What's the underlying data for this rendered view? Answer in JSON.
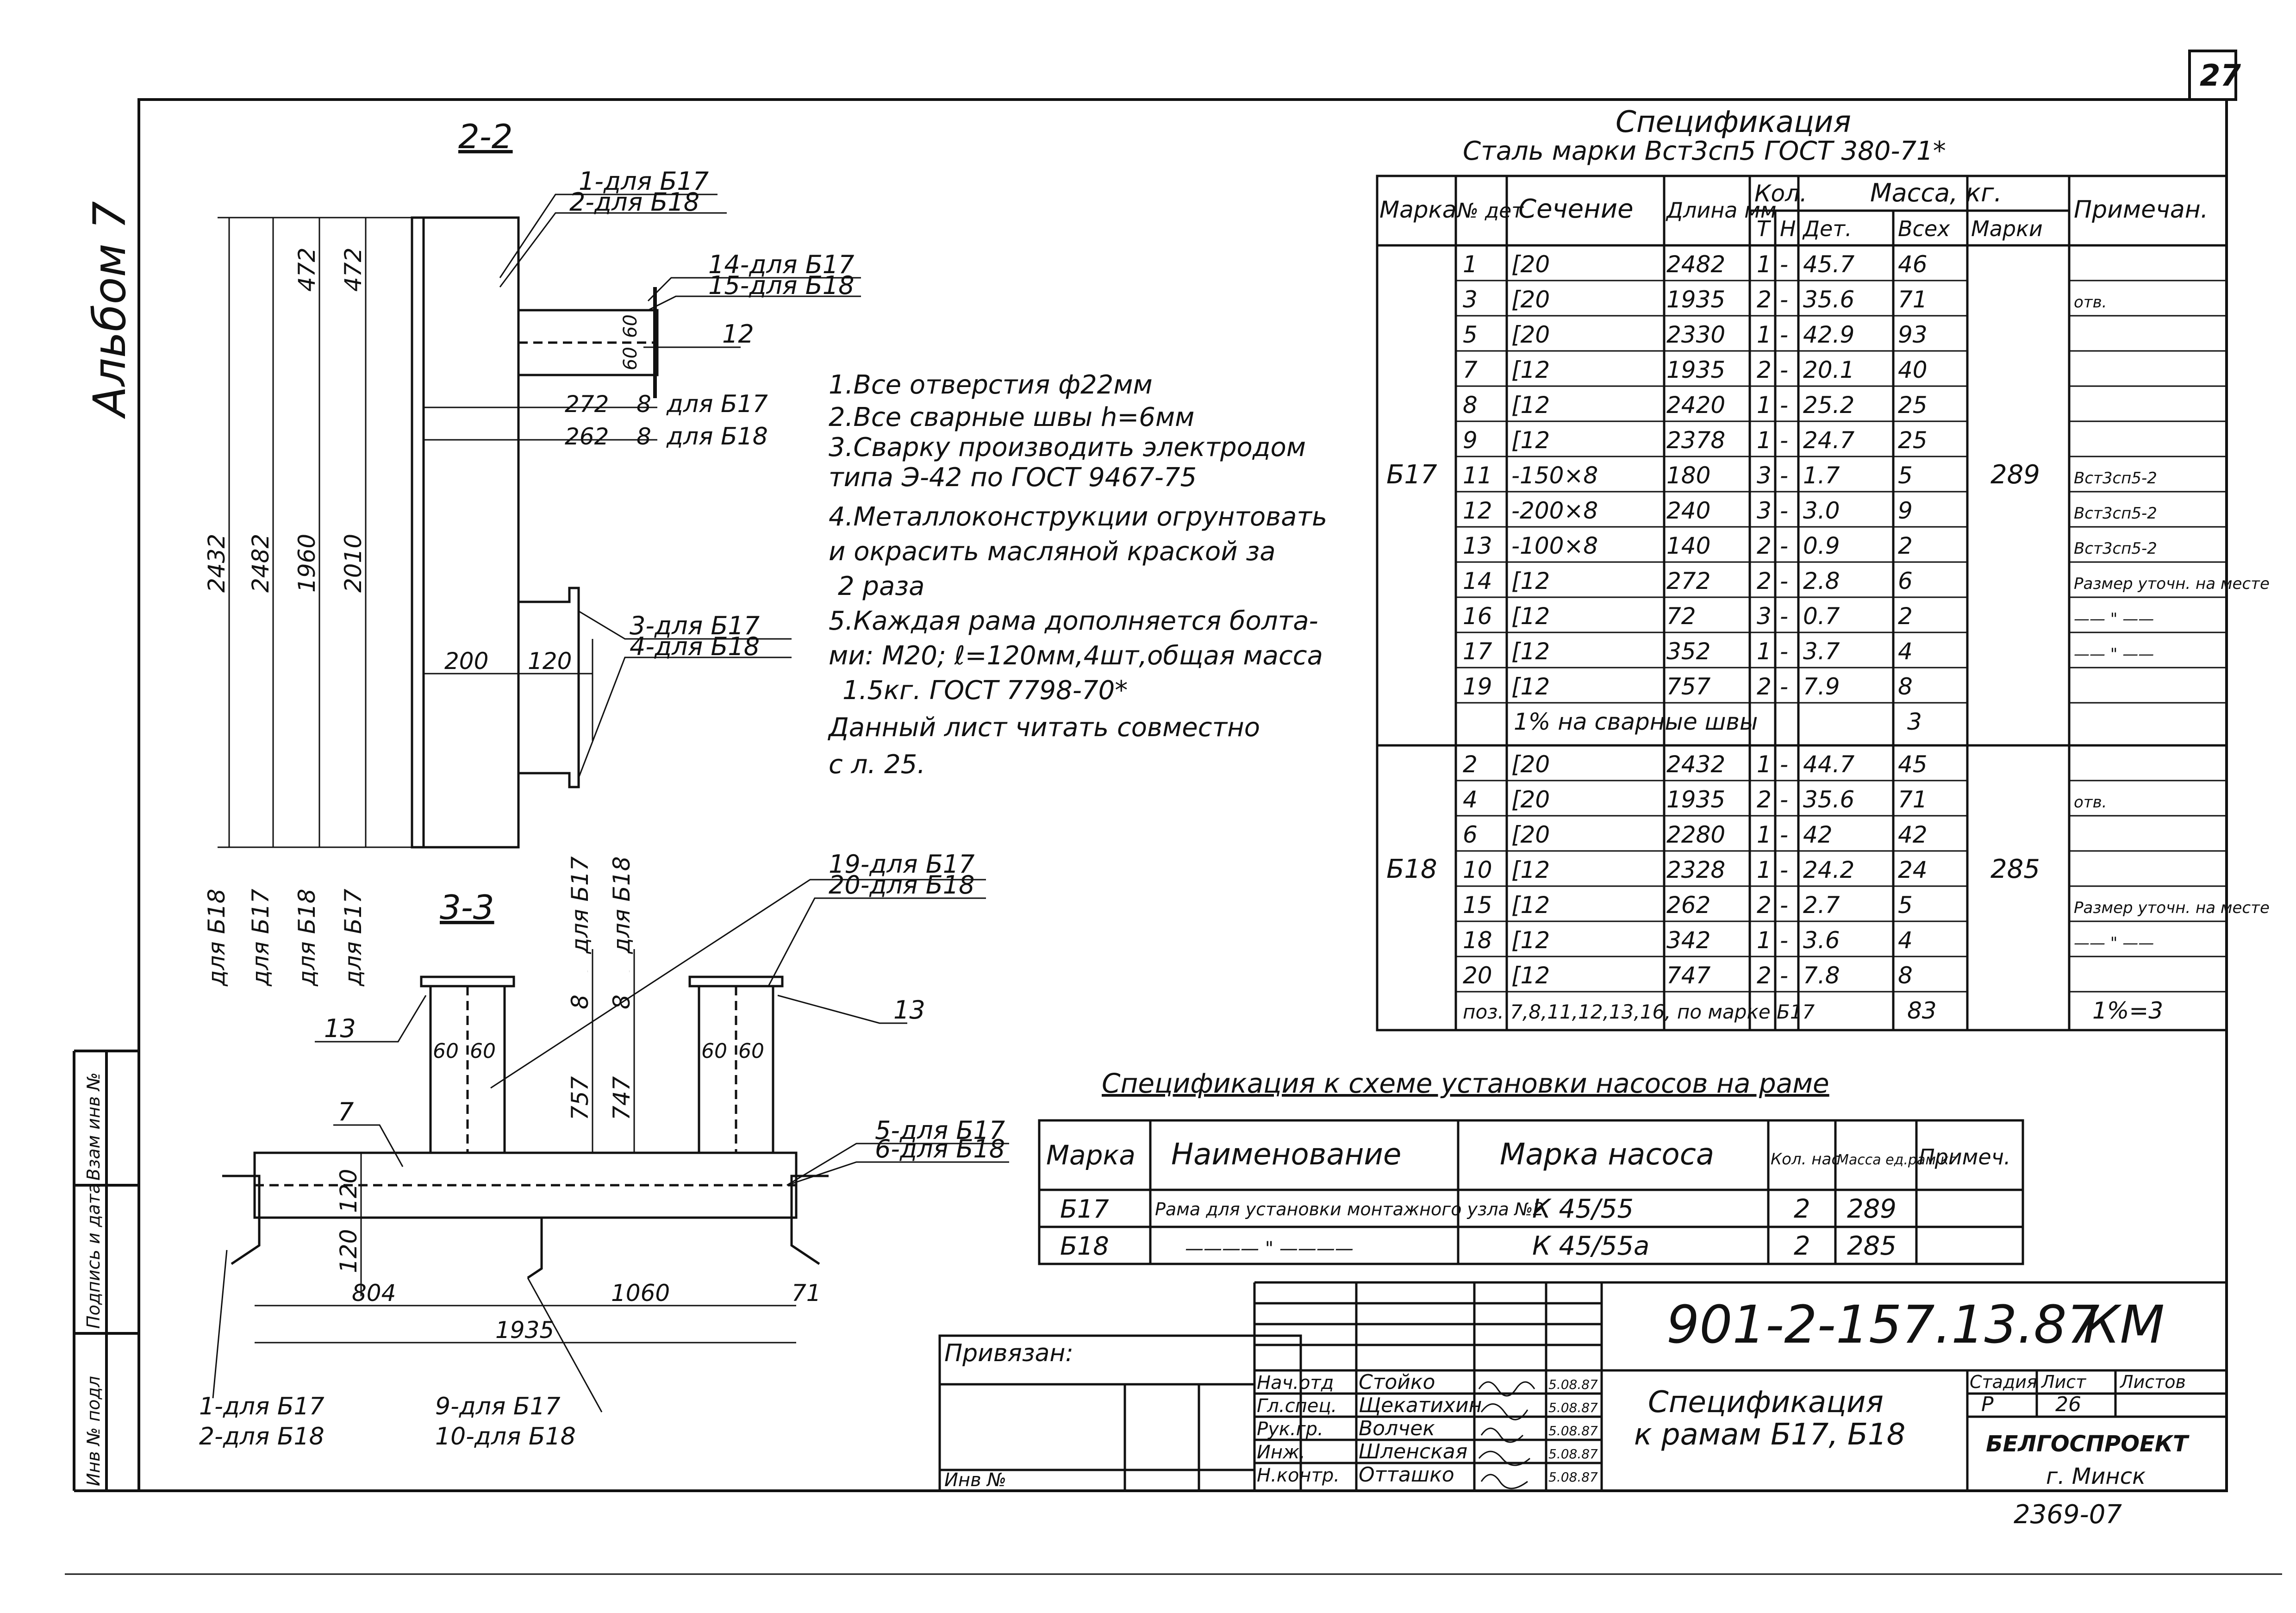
{
  "page_number": "27",
  "album_label": "Альбом 7",
  "section_2_2": {
    "title": "2-2",
    "leaders": [
      "1-для Б17",
      "2-для Б18",
      "14-для Б17",
      "15-для Б18",
      "12",
      "3-для Б17",
      "4-для Б18"
    ],
    "dims_vertical": [
      "2432",
      "2482",
      "1960",
      "2010",
      "472",
      "472"
    ],
    "dims_vertical_bottom": [
      "для Б18",
      "для Б17",
      "для Б18",
      "для Б17"
    ],
    "dims_horizontal": [
      "272",
      "262",
      "200",
      "120",
      "60",
      "60"
    ],
    "dim_8": [
      "8",
      "8"
    ],
    "dim_for": [
      "для Б17",
      "для Б18"
    ]
  },
  "section_3_3": {
    "title": "3-3",
    "leaders": [
      "19-для Б17",
      "20-для Б18",
      "13",
      "13",
      "7",
      "5-для Б17",
      "6-для Б18"
    ],
    "dims_vertical": [
      "757",
      "747",
      "120",
      "120",
      "8",
      "8"
    ],
    "dims_vertical_top": [
      "для Б17",
      "для Б18",
      "для Б17",
      "для Б18"
    ],
    "dims_horizontal": [
      "60",
      "60",
      "60",
      "60",
      "804",
      "1060",
      "71",
      "1935"
    ],
    "bottom_notes": [
      "1-для Б17",
      "2-для Б18",
      "9-для Б17",
      "10-для Б18"
    ]
  },
  "notes": [
    "1.Все отверстия ф22мм",
    "2.Все сварные швы h=6мм",
    "3.Сварку производить электродом",
    "типа Э-42 по ГОСТ 9467-75",
    "4.Металлоконструкции огрунтовать",
    "и окрасить масляной краской за",
    "2 раза",
    "5.Каждая рама дополняется болта-",
    "ми: М20; ℓ=120мм,4шт,общая масса",
    "1.5кг. ГОСТ 7798-70*",
    "Данный лист читать совместно",
    "с л. 25."
  ],
  "spec": {
    "title": "Спецификация",
    "subtitle": "Сталь марки Вст3сп5 ГОСТ 380-71*",
    "headers": {
      "marka": "Марка",
      "num": "№ дет",
      "section": "Сечение",
      "length": "Длина мм",
      "qty": "Кол.",
      "qty_t": "Т",
      "qty_n": "Н",
      "mass": "Масса, кг.",
      "mass_det": "Дет.",
      "mass_all": "Всех",
      "mass_marki": "Марки",
      "note": "Примечан."
    },
    "groups": [
      {
        "marka": "Б17",
        "mass_marki": "289",
        "rows": [
          [
            "1",
            "[20",
            "2482",
            "1",
            "-",
            "45.7",
            "46",
            ""
          ],
          [
            "3",
            "[20",
            "1935",
            "2",
            "-",
            "35.6",
            "71",
            "отв."
          ],
          [
            "5",
            "[20",
            "2330",
            "1",
            "-",
            "42.9",
            "93",
            ""
          ],
          [
            "7",
            "[12",
            "1935",
            "2",
            "-",
            "20.1",
            "40",
            ""
          ],
          [
            "8",
            "[12",
            "2420",
            "1",
            "-",
            "25.2",
            "25",
            ""
          ],
          [
            "9",
            "[12",
            "2378",
            "1",
            "-",
            "24.7",
            "25",
            ""
          ],
          [
            "11",
            "-150×8",
            "180",
            "3",
            "-",
            "1.7",
            "5",
            "Вст3сп5-2"
          ],
          [
            "12",
            "-200×8",
            "240",
            "3",
            "-",
            "3.0",
            "9",
            "Вст3сп5-2"
          ],
          [
            "13",
            "-100×8",
            "140",
            "2",
            "-",
            "0.9",
            "2",
            "Вст3сп5-2"
          ],
          [
            "14",
            "[12",
            "272",
            "2",
            "-",
            "2.8",
            "6",
            "Размер уточн. на месте"
          ],
          [
            "16",
            "[12",
            "72",
            "3",
            "-",
            "0.7",
            "2",
            "—— \" ——"
          ],
          [
            "17",
            "[12",
            "352",
            "1",
            "-",
            "3.7",
            "4",
            "—— \" ——"
          ],
          [
            "19",
            "[12",
            "757",
            "2",
            "-",
            "7.9",
            "8",
            ""
          ]
        ],
        "weld_label": "1% на сварные швы",
        "weld_value": "3"
      },
      {
        "marka": "Б18",
        "mass_marki": "285",
        "rows": [
          [
            "2",
            "[20",
            "2432",
            "1",
            "-",
            "44.7",
            "45",
            ""
          ],
          [
            "4",
            "[20",
            "1935",
            "2",
            "-",
            "35.6",
            "71",
            "отв."
          ],
          [
            "6",
            "[20",
            "2280",
            "1",
            "-",
            "42",
            "42",
            ""
          ],
          [
            "10",
            "[12",
            "2328",
            "1",
            "-",
            "24.2",
            "24",
            ""
          ],
          [
            "15",
            "[12",
            "262",
            "2",
            "-",
            "2.7",
            "5",
            "Размер уточн. на месте"
          ],
          [
            "18",
            "[12",
            "342",
            "1",
            "-",
            "3.6",
            "4",
            "—— \" ——"
          ],
          [
            "20",
            "[12",
            "747",
            "2",
            "-",
            "7.8",
            "8",
            ""
          ]
        ],
        "footer_label": "поз. 7,8,11,12,13,16, по марке Б17",
        "footer_value": "83",
        "footer_note": "1%=3"
      }
    ]
  },
  "pump_spec": {
    "title": "Спецификация к схеме установки насосов на раме",
    "headers": [
      "Марка",
      "Наименование",
      "Марка насоса",
      "Кол. нас",
      "Масса ед.рам кг",
      "Примеч."
    ],
    "rows": [
      [
        "Б17",
        "Рама для установки монтажного узла №2",
        "К 45/55",
        "2",
        "289",
        ""
      ],
      [
        "Б18",
        "———— \" ————",
        "К 45/55а",
        "2",
        "285",
        ""
      ]
    ]
  },
  "title_block": {
    "code": "901-2-157.13.87",
    "doc_type": "КМ",
    "privyazan": "Привязан:",
    "inv": "Инв №",
    "roles": [
      "Нач.отд",
      "Гл.спец.",
      "Рук.гр.",
      "Инж.",
      "Н.контр."
    ],
    "names": [
      "Стойко",
      "Щекатихин",
      "Волчек",
      "Шленская",
      "Отташко"
    ],
    "dates": [
      "5.08.87",
      "5.08.87",
      "5.08.87",
      "5.08.87",
      "5.08.87"
    ],
    "description_line1": "Спецификация",
    "description_line2": "к рамам Б17, Б18",
    "stage_label": "Стадия",
    "sheet_label": "Лист",
    "sheets_label": "Листов",
    "stage": "Р",
    "sheet": "26",
    "sheets": "",
    "org": "БЕЛГОСПРОЕКТ",
    "city": "г. Минск",
    "archive": "2369-07"
  },
  "left_strip": [
    "Инв № подл",
    "Подпись и дата",
    "Взам инв №"
  ]
}
